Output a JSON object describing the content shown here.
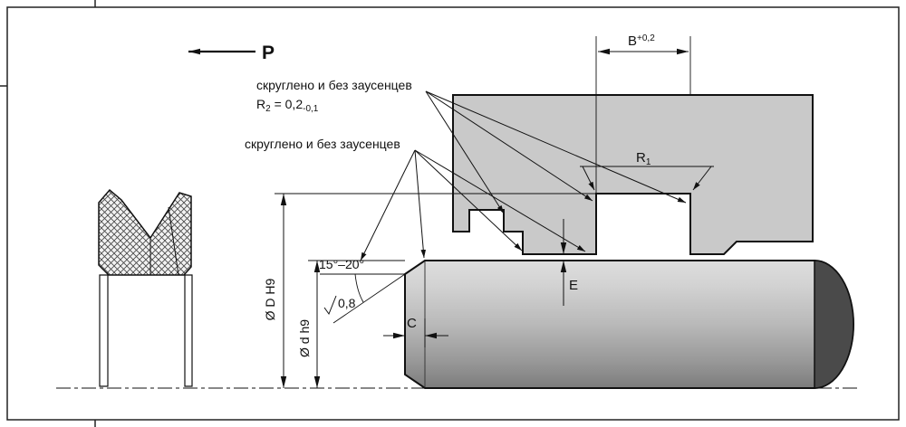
{
  "drawing": {
    "pressure_label": "P",
    "note_top": {
      "line1": "скруглено и без заусенцев",
      "radius_prefix": "R",
      "radius_sub": "2",
      "radius_value": " = 0,2",
      "radius_tolerance": "-0,1"
    },
    "note_bottom": "скруглено и без заусенцев",
    "dims": {
      "b_label": "B",
      "b_tol": "+0,2",
      "r1_prefix": "R",
      "r1_sub": "1",
      "e_label": "E",
      "c_label": "C",
      "groove_dia": "Ø D H9",
      "rod_dia": "Ø d h9",
      "chamfer_angle": "15°–20°",
      "roughness": "0,8"
    },
    "colors": {
      "housing_fill": "#c9c9c9",
      "rod_cap_fill": "#4a4a4a",
      "line": "#111111"
    }
  }
}
